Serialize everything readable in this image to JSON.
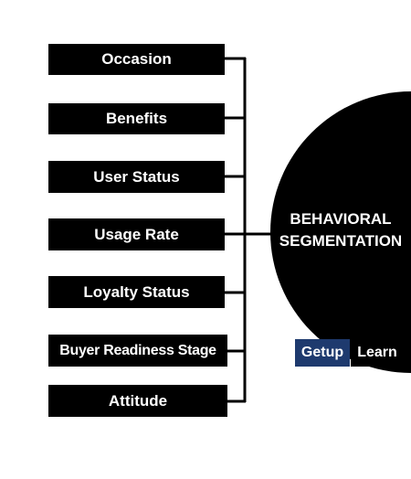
{
  "diagram": {
    "items": [
      "Occasion",
      "Benefits",
      "User Status",
      "Usage Rate",
      "Loyalty Status",
      "Buyer Readiness Stage",
      "Attitude"
    ],
    "center": {
      "line1": "BEHAVIORAL",
      "line2": "SEGMENTATION"
    }
  },
  "logo": {
    "part1": "Getup",
    "part2": "Learn",
    "part1_color": "#1e3a6e",
    "part2_color": "#000000"
  },
  "colors": {
    "box": "#000000",
    "text": "#ffffff",
    "background": "#ffffff"
  }
}
